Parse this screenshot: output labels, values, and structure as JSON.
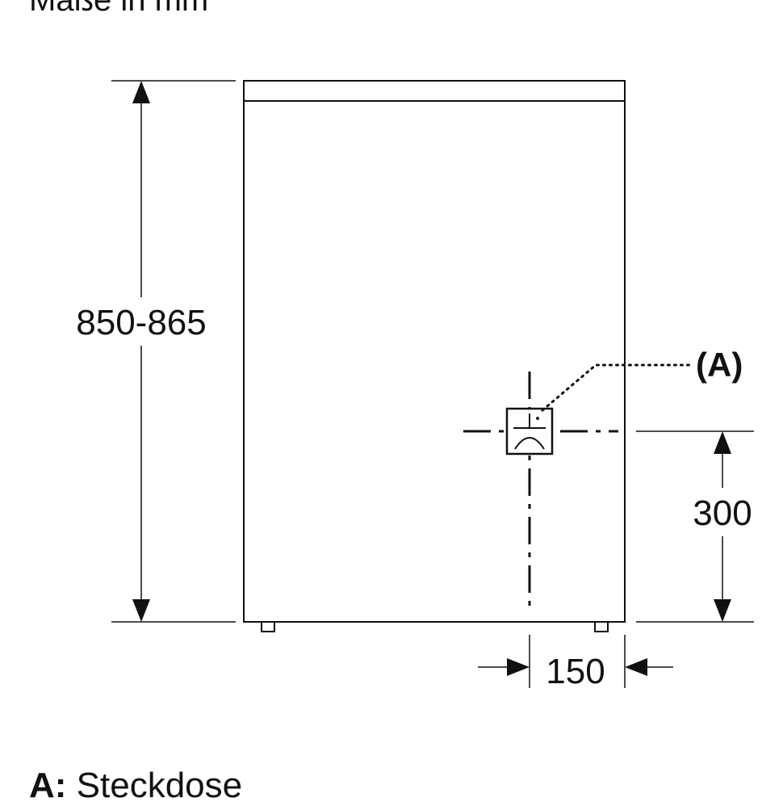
{
  "header": {
    "caption": "Maße in mm"
  },
  "dimensions": {
    "height": "850-865",
    "socket_height": "300",
    "socket_offset": "150"
  },
  "callout": {
    "label": "(A)"
  },
  "legend": {
    "key": "A:",
    "text": "Steckdose"
  }
}
